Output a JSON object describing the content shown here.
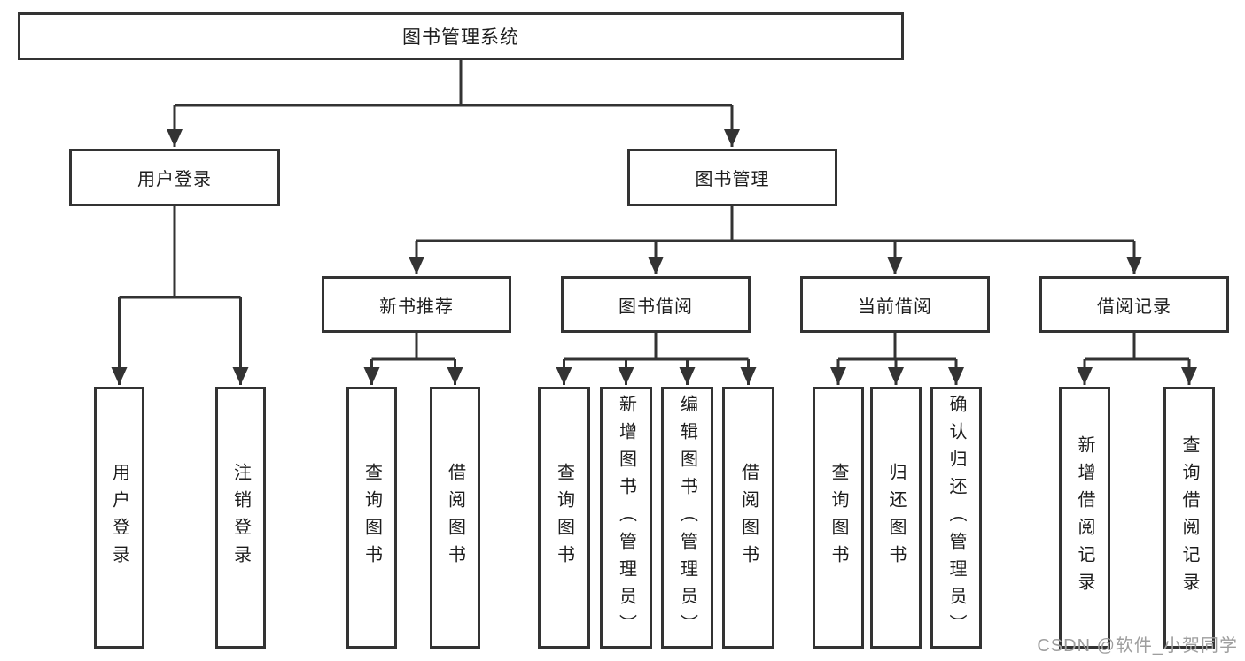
{
  "colors": {
    "line": "#333333",
    "box_border": "#333333",
    "text": "#1d1d1d",
    "watermark": "#9e9e9e",
    "background": "#ffffff"
  },
  "watermark": "CSDN @软件_小贺同学",
  "diagram": {
    "root": {
      "label": "图书管理系统",
      "children": [
        {
          "label": "用户登录",
          "children": [
            {
              "label": "用户登录"
            },
            {
              "label": "注销登录"
            }
          ]
        },
        {
          "label": "图书管理",
          "children": [
            {
              "label": "新书推荐",
              "children": [
                {
                  "label": "查询图书"
                },
                {
                  "label": "借阅图书"
                }
              ]
            },
            {
              "label": "图书借阅",
              "children": [
                {
                  "label": "查询图书"
                },
                {
                  "label": "新增图书（管理员）"
                },
                {
                  "label": "编辑图书（管理员）"
                },
                {
                  "label": "借阅图书"
                }
              ]
            },
            {
              "label": "当前借阅",
              "children": [
                {
                  "label": "查询图书"
                },
                {
                  "label": "归还图书"
                },
                {
                  "label": "确认归还（管理员）"
                }
              ]
            },
            {
              "label": "借阅记录",
              "children": [
                {
                  "label": "新增借阅记录"
                },
                {
                  "label": "查询借阅记录"
                }
              ]
            }
          ]
        }
      ]
    }
  }
}
